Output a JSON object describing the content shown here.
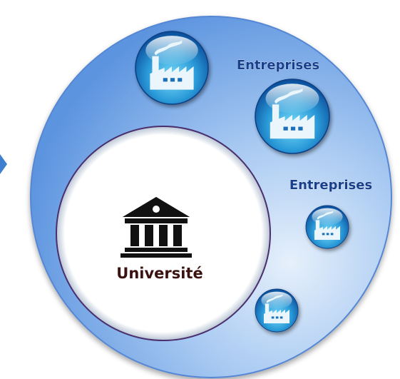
{
  "center": {
    "label": "Université",
    "icon": "university-building-icon"
  },
  "labels": {
    "entreprises_top": "Entreprises",
    "entreprises_mid": "Entreprises"
  },
  "icons": {
    "factory": "factory-icon",
    "arrow": "arrow-right-icon"
  },
  "colors": {
    "outer_circle_light": "#dceaf8",
    "outer_circle_mid": "#8fbaf0",
    "outer_circle_dark": "#5d95e0",
    "inner_circle": "#ffffff",
    "label_blue": "#1a3f8a",
    "center_text": "#3a1210",
    "building": "#111111",
    "orb_light": "#6ed0f5",
    "orb_dark": "#0b4f9e",
    "factory_fill": "#e8f4fb"
  }
}
